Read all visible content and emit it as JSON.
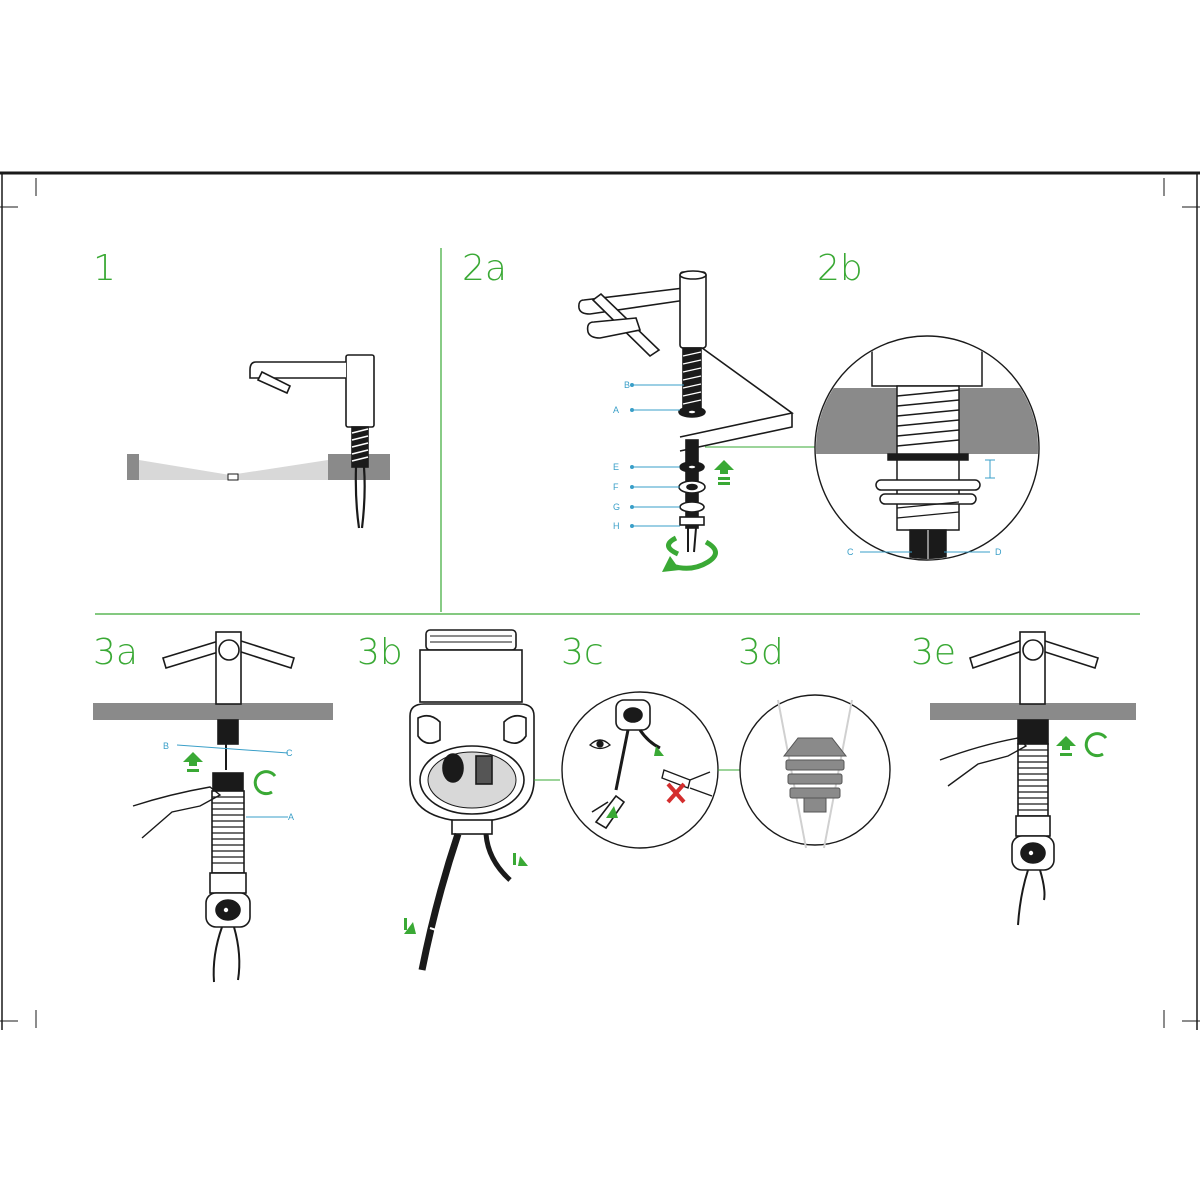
{
  "colors": {
    "green": "#3aa935",
    "blue": "#3a9fc8",
    "ink": "#1a1a1a",
    "counter": "#8a8a8a",
    "shadow": "#d0d0d0"
  },
  "steps": {
    "s1": "1",
    "s2a": "2a",
    "s2b": "2b",
    "s3a": "3a",
    "s3b": "3b",
    "s3c": "3c",
    "s3d": "3d",
    "s3e": "3e"
  },
  "parts_2a": [
    "B",
    "A",
    "E",
    "F",
    "G",
    "H"
  ],
  "parts_2b": [
    "C",
    "D"
  ],
  "parts_3a": [
    "B",
    "C",
    "A"
  ],
  "icons": [
    "arrow-up-icon",
    "rotate-clockwise-icon",
    "eye-icon",
    "pliers-icon",
    "cross-mark-icon",
    "rotate-icon"
  ]
}
